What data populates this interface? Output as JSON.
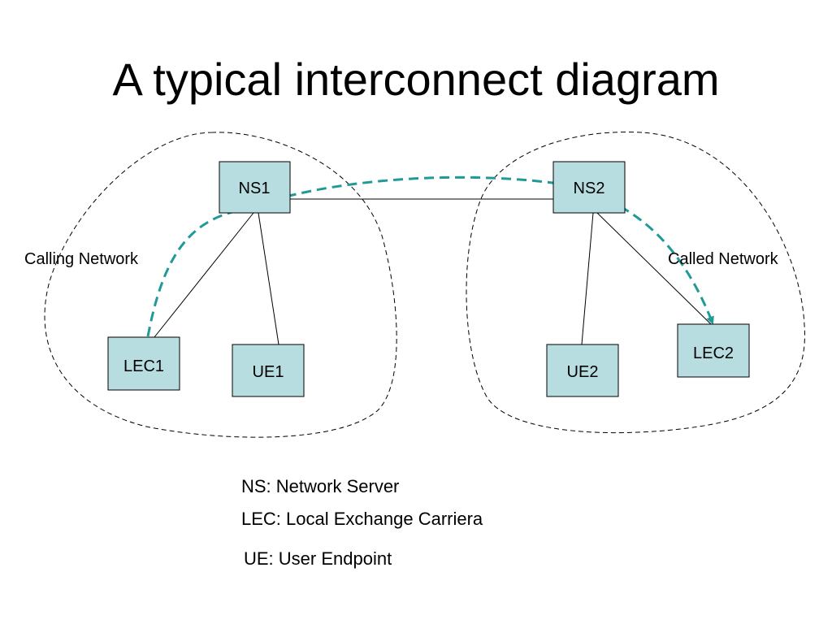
{
  "title": "A typical interconnect diagram",
  "networks": {
    "calling": "Calling Network",
    "called": "Called Network"
  },
  "nodes": {
    "ns1": "NS1",
    "ns2": "NS2",
    "lec1": "LEC1",
    "lec2": "LEC2",
    "ue1": "UE1",
    "ue2": "UE2"
  },
  "legend": [
    "NS: Network Server",
    "LEC: Local Exchange Carriera",
    "UE: User Endpoint"
  ],
  "colors": {
    "node_fill": "#b7dde0",
    "call_path": "#1f9a96"
  }
}
